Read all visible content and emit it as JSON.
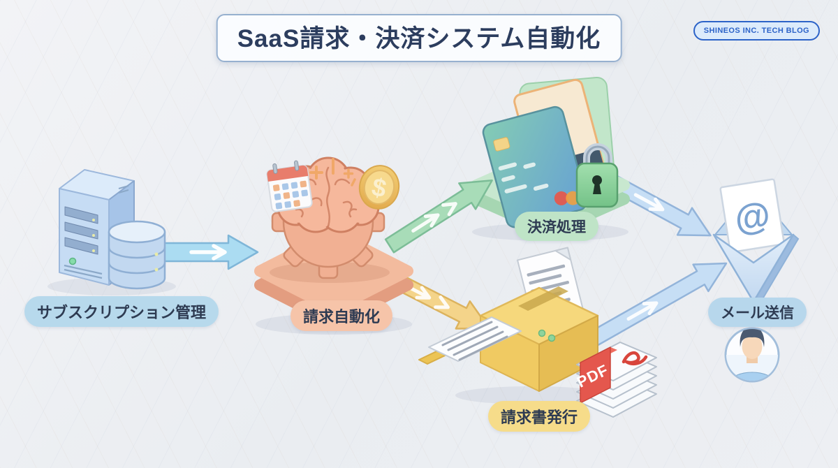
{
  "page": {
    "title": "SaaS請求・決済システム自動化",
    "badge": "SHINEOS INC. TECH BLOG",
    "background": "#eef0f4"
  },
  "nodes": {
    "subscription": {
      "label": "サブスクリプション管理",
      "accent": "#b7d9ec",
      "icon": "server-database"
    },
    "billing": {
      "label": "請求自動化",
      "accent": "#f6c4a9",
      "icon": "gear-brain"
    },
    "payment": {
      "label": "決済処理",
      "accent": "#bfe4c7",
      "icon": "credit-cards-lock"
    },
    "invoice": {
      "label": "請求書発行",
      "accent": "#f6dc8a",
      "icon": "printer-pdf"
    },
    "email": {
      "label": "メール送信",
      "accent": "#b7d7ec",
      "icon": "envelope-at"
    }
  },
  "glyphs": {
    "dollar": "$",
    "at": "@",
    "pdf": "PDF"
  },
  "edges": [
    {
      "from": "subscription",
      "to": "billing",
      "color": "#a9dbf1"
    },
    {
      "from": "billing",
      "to": "payment",
      "color": "#a8dcb8"
    },
    {
      "from": "billing",
      "to": "invoice",
      "color": "#f4d48a"
    },
    {
      "from": "payment",
      "to": "email",
      "color": "#c6def5"
    },
    {
      "from": "invoice",
      "to": "email",
      "color": "#c6def5"
    }
  ]
}
